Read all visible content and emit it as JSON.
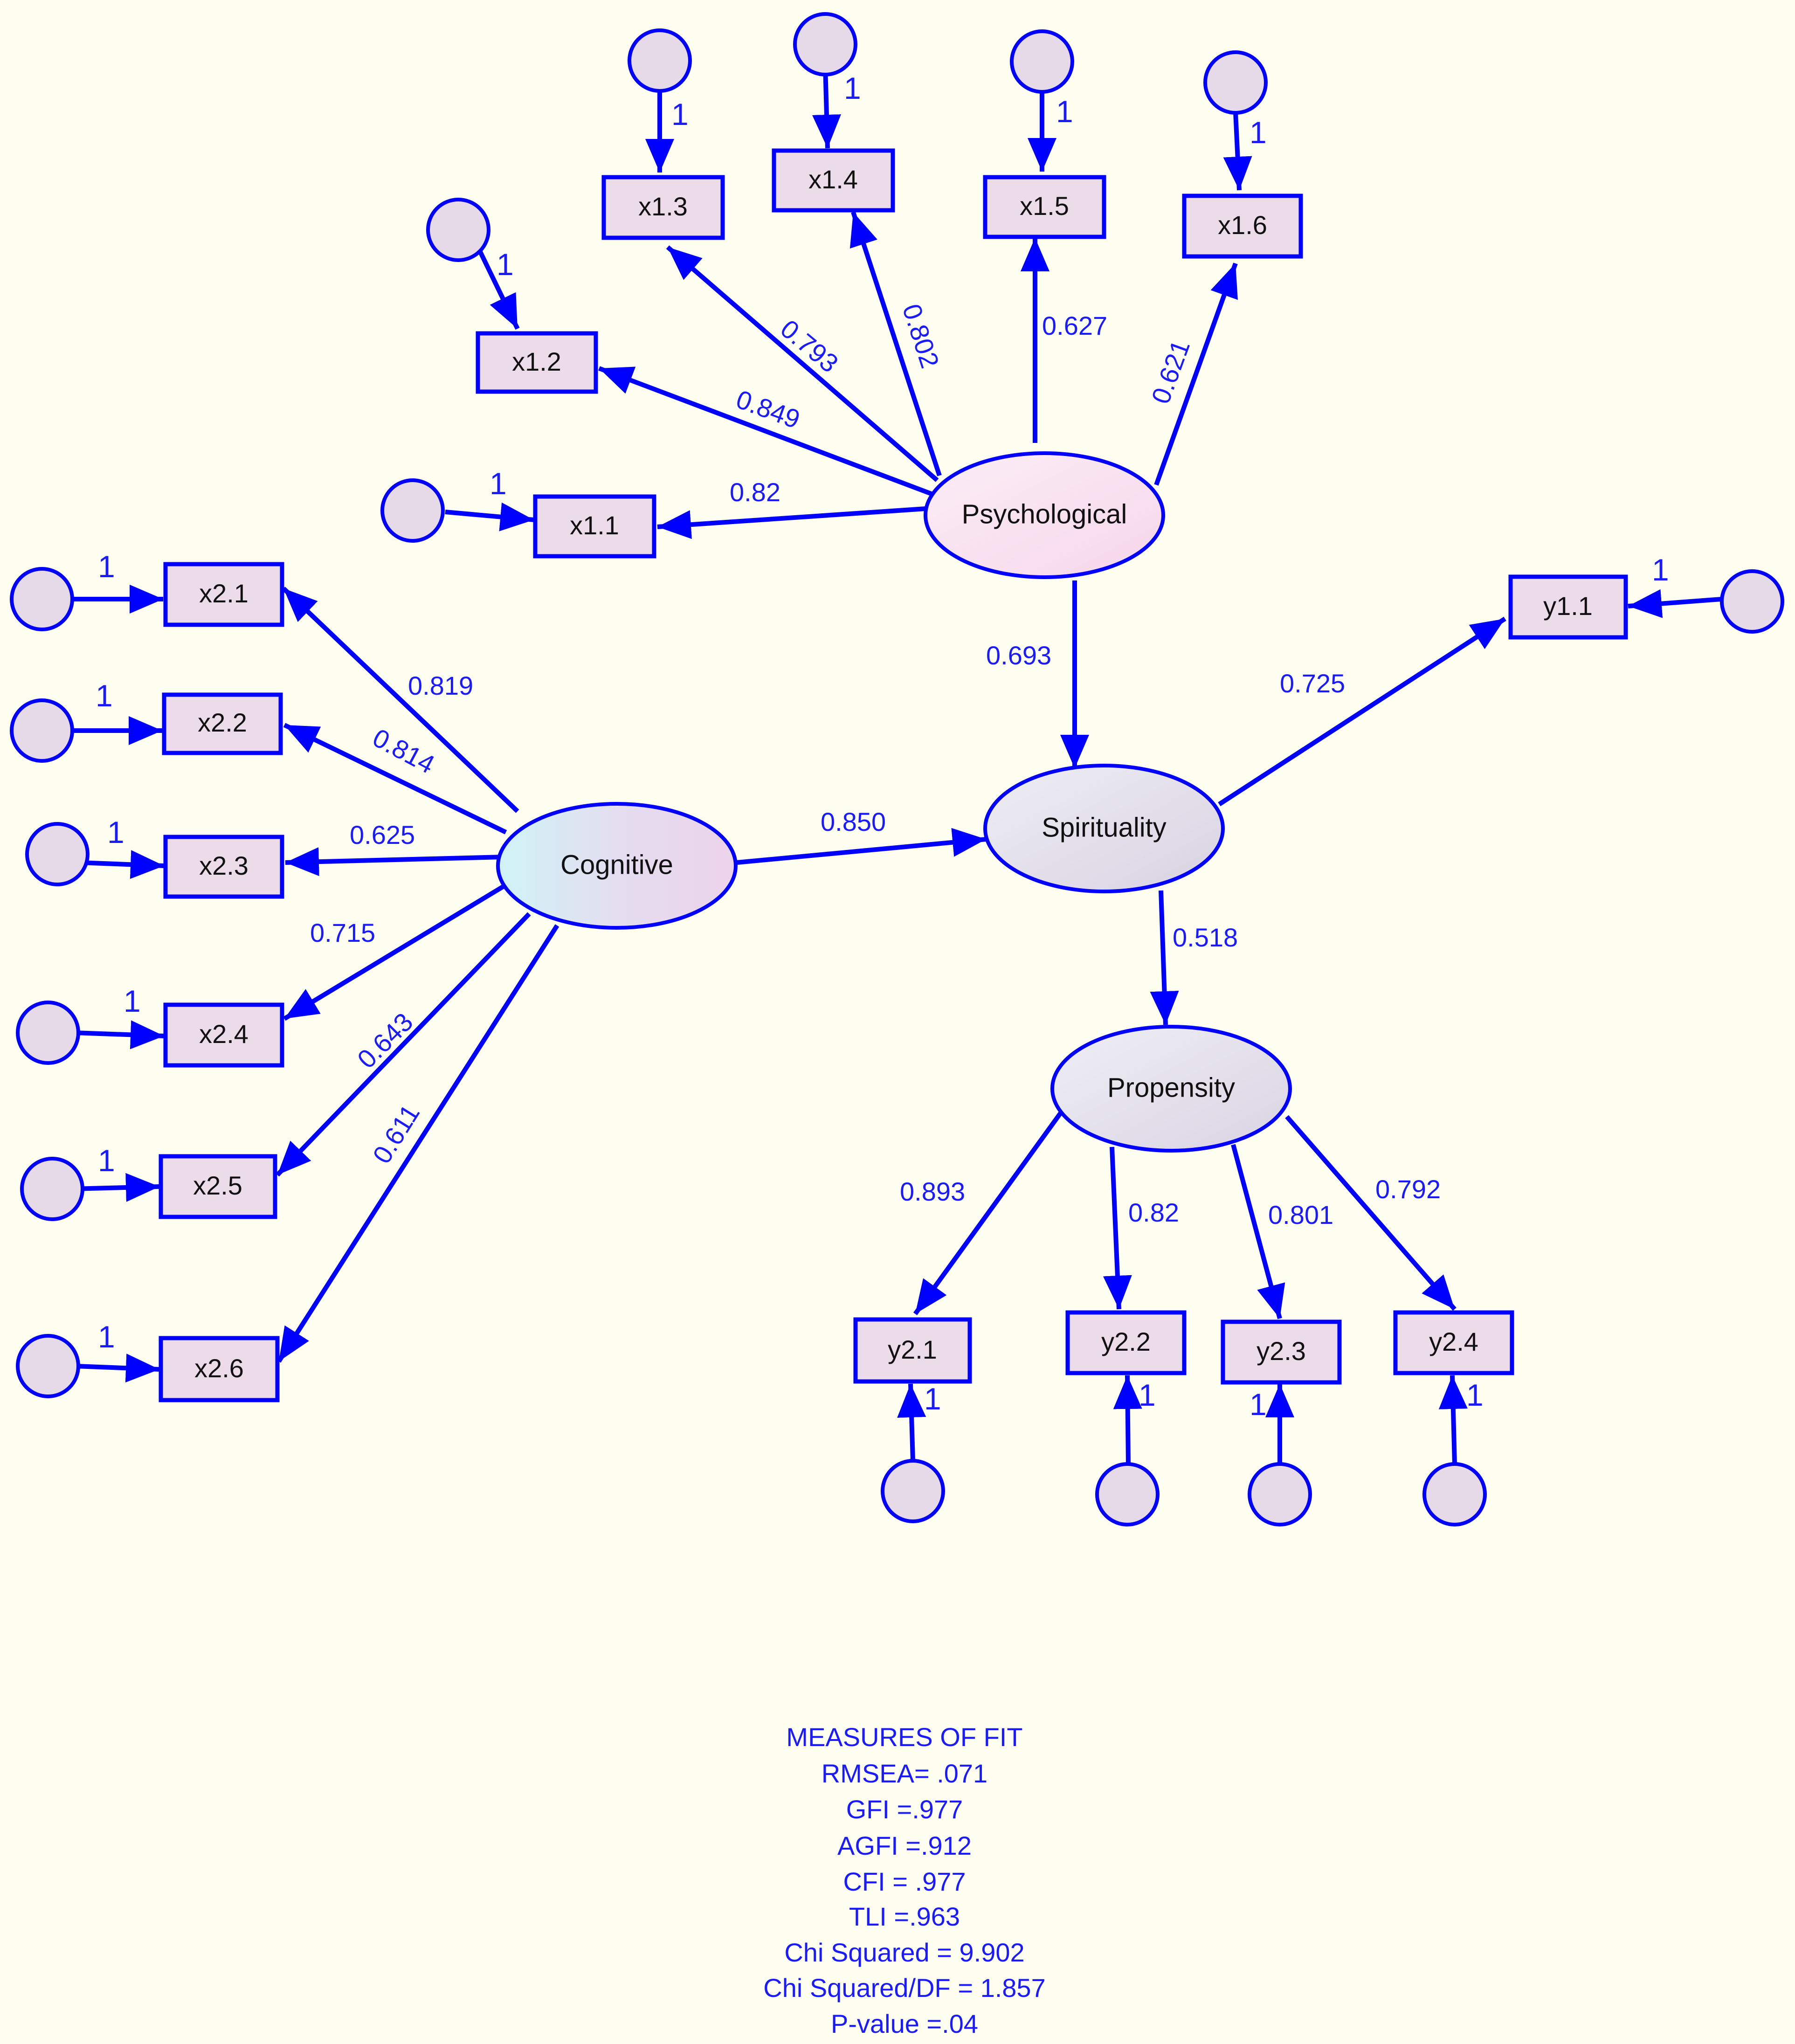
{
  "latents": {
    "psychological": "Psychological",
    "cognitive": "Cognitive",
    "spirituality": "Spirituality",
    "propensity": "Propensity"
  },
  "indicators": {
    "x1_1": "x1.1",
    "x1_2": "x1.2",
    "x1_3": "x1.3",
    "x1_4": "x1.4",
    "x1_5": "x1.5",
    "x1_6": "x1.6",
    "x2_1": "x2.1",
    "x2_2": "x2.2",
    "x2_3": "x2.3",
    "x2_4": "x2.4",
    "x2_5": "x2.5",
    "x2_6": "x2.6",
    "y1_1": "y1.1",
    "y2_1": "y2.1",
    "y2_2": "y2.2",
    "y2_3": "y2.3",
    "y2_4": "y2.4"
  },
  "loadings": {
    "x1_1": "0.82",
    "x1_2": "0.849",
    "x1_3": "0.793",
    "x1_4": "0.802",
    "x1_5": "0.627",
    "x1_6": "0.621",
    "x2_1": "0.819",
    "x2_2": "0.814",
    "x2_3": "0.625",
    "x2_4": "0.715",
    "x2_5": "0.643",
    "x2_6": "0.611",
    "y1_1": "0.725",
    "y2_1": "0.893",
    "y2_2": "0.82",
    "y2_3": "0.801",
    "y2_4": "0.792"
  },
  "paths": {
    "psychological_spirituality": "0.693",
    "cognitive_spirituality": "0.850",
    "spirituality_propensity": "0.518"
  },
  "error_weight": "1",
  "fit": {
    "title": "MEASURES OF FIT",
    "lines": [
      "RMSEA= .071",
      "GFI =.977",
      "AGFI =.912",
      "CFI = .977",
      "TLI =.963",
      "Chi Squared = 9.902",
      "Chi Squared/DF = 1.857",
      "P-value =.04"
    ]
  },
  "colors": {
    "background": "#fdfdf0",
    "line": "#0000ff",
    "label": "#1a1aff",
    "node_fill": "#ecdcea"
  }
}
